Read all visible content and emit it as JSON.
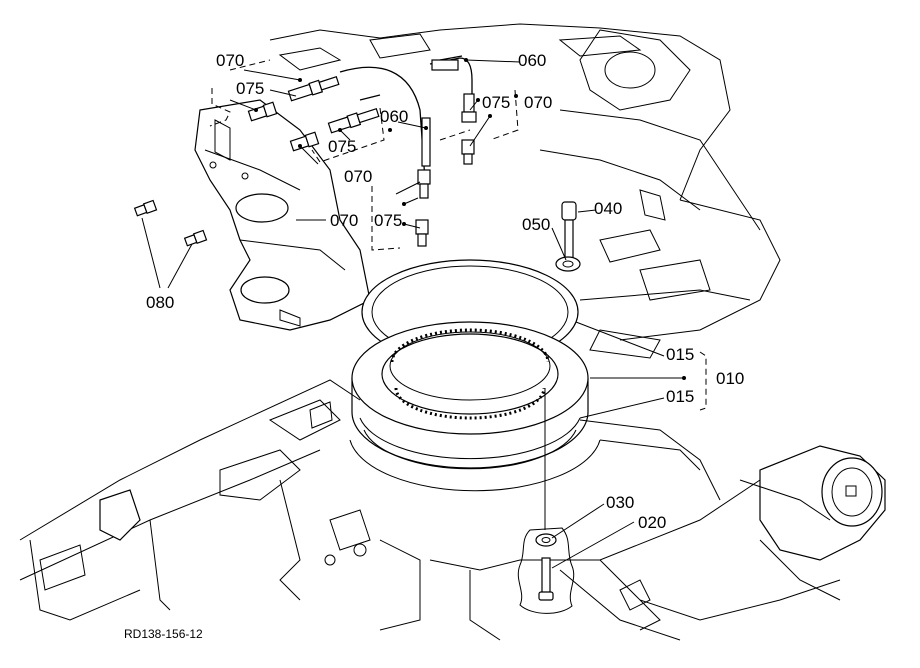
{
  "drawing": {
    "code": "RD138-156-12",
    "labels": {
      "p070_top": "070",
      "p075_top": "075",
      "p060_top": "060",
      "p075_right": "075",
      "p070_right": "070",
      "p060_mid": "060",
      "p075_mid": "075",
      "p070_mid": "070",
      "p070_center": "070",
      "p075_center": "075",
      "p040": "040",
      "p050": "050",
      "p080": "080",
      "p015_upper": "015",
      "p010": "010",
      "p015_lower": "015",
      "p030": "030",
      "p020": "020"
    }
  }
}
